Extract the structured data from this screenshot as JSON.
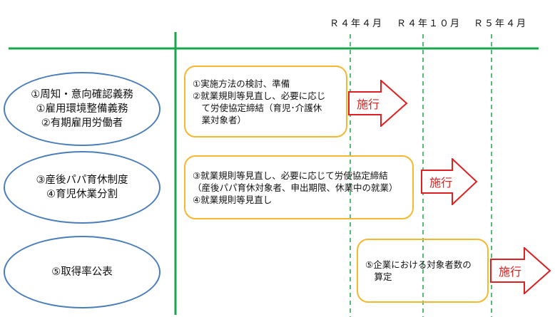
{
  "timeline": {
    "dates": [
      "Ｒ４年４月",
      "Ｒ４年１０月",
      "Ｒ５年４月"
    ]
  },
  "rows": [
    {
      "category": [
        "①周知・意向確認義務",
        "①雇用環境整備義務",
        "②有期雇用労働者"
      ],
      "tasks": [
        "①実施方法の検討、準備",
        "②就業規則等見直し、必要に応じ",
        "　て労使協定締結（育児･介護休",
        "　業対象者）"
      ],
      "arrow_label": "施行"
    },
    {
      "category": [
        "③産後パパ育休制度",
        "④育児休業分割"
      ],
      "tasks": [
        "③就業規則等見直し、必要に応じて労使協定締結",
        "（産後パパ育休対象者、申出期限、休業中の就業）",
        "④就業規則等見直し"
      ],
      "arrow_label": "施行"
    },
    {
      "category": [
        "⑤取得率公表"
      ],
      "tasks": [
        "⑤企業における対象者数の",
        "　算定"
      ],
      "arrow_label": "施行"
    }
  ],
  "colors": {
    "timeline": "#1aa64a",
    "ellipse": "#4a7ebb",
    "box": "#f5b82e",
    "arrow": "#e02020"
  }
}
